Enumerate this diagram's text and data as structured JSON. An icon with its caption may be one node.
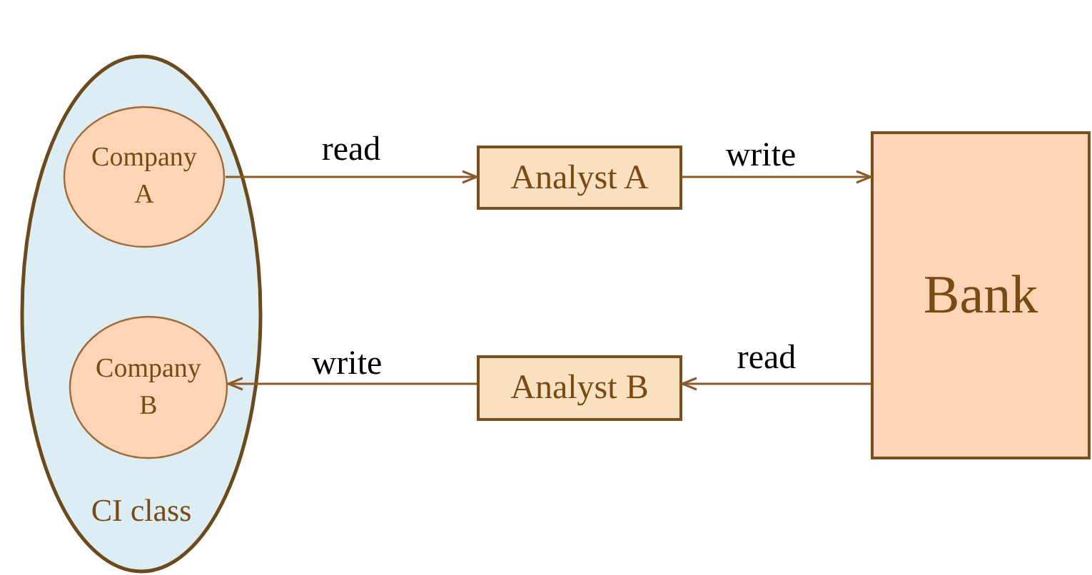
{
  "diagram": {
    "nodes": [
      {
        "text": [
          "CI class"
        ]
      },
      {
        "text": [
          "Company A"
        ],
        "in": 0
      },
      {
        "text": [
          "Company B"
        ],
        "in": 0
      },
      {
        "text": [
          "Analyst A"
        ]
      },
      {
        "text": [
          "Bank"
        ]
      },
      {
        "text": [
          "Analyst B"
        ]
      }
    ],
    "edges": [
      {
        "from": 1,
        "to": 3,
        "arrow": "to",
        "label": "read"
      },
      {
        "from": 3,
        "to": 4,
        "arrow": "to",
        "label": "write"
      },
      {
        "from": 4,
        "to": 5,
        "arrow": "to",
        "label": "read"
      },
      {
        "from": 5,
        "to": 2,
        "arrow": "to",
        "label": "write"
      }
    ]
  }
}
